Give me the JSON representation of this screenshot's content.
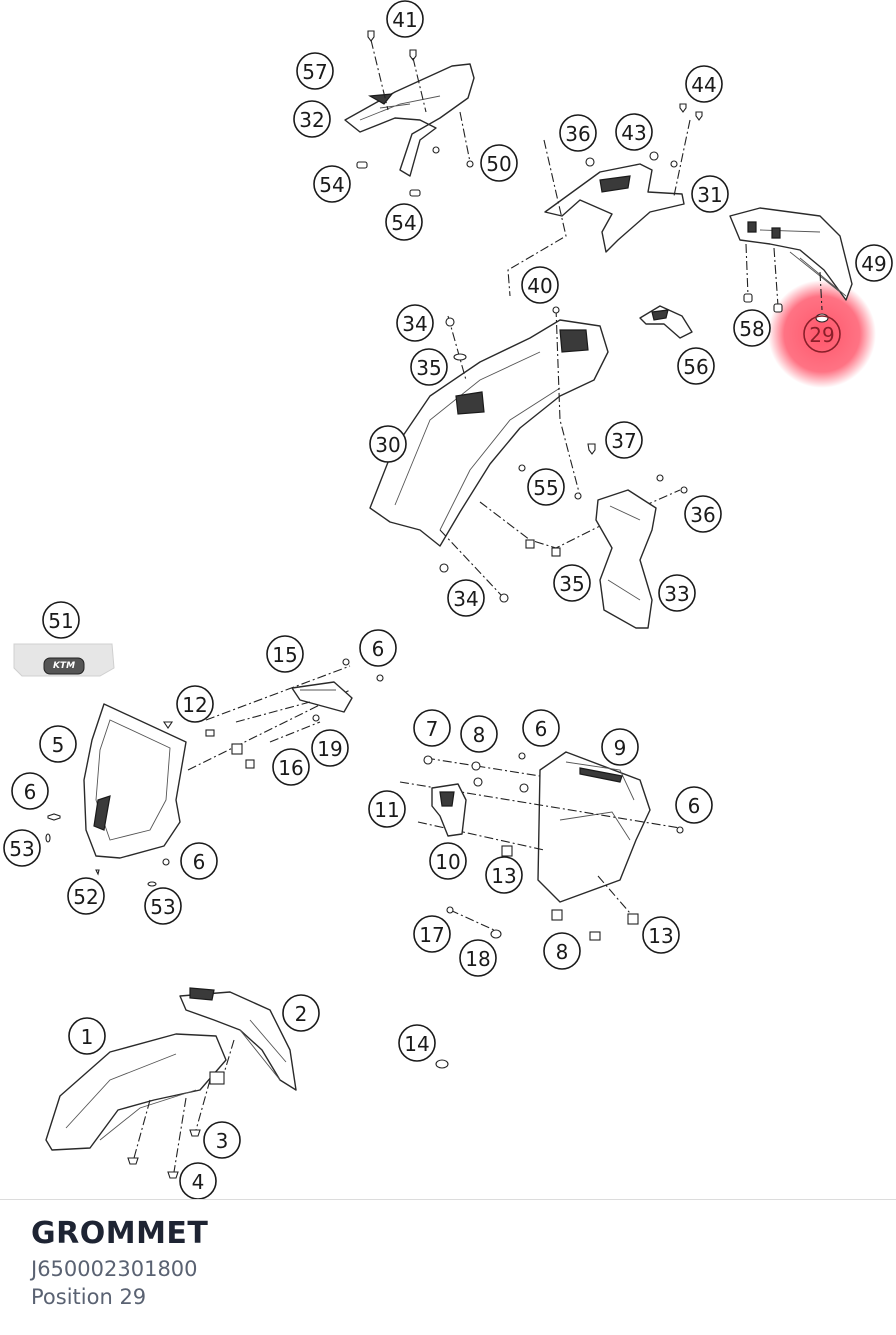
{
  "diagram": {
    "callouts": [
      "41",
      "57",
      "32",
      "54",
      "54",
      "50",
      "44",
      "36",
      "43",
      "31",
      "49",
      "29",
      "58",
      "40",
      "34",
      "35",
      "56",
      "37",
      "30",
      "55",
      "36",
      "33",
      "35",
      "34",
      "51",
      "15",
      "6",
      "12",
      "5",
      "19",
      "16",
      "6",
      "53",
      "6",
      "52",
      "53",
      "7",
      "8",
      "6",
      "9",
      "6",
      "11",
      "10",
      "13",
      "17",
      "18",
      "8",
      "13",
      "14",
      "1",
      "2",
      "3",
      "4"
    ],
    "highlighted_callout": "29",
    "highlight_color": "#ff5a6e"
  },
  "info": {
    "name": "GROMMET",
    "part_number": "J650002301800",
    "position_label": "Position 29"
  }
}
